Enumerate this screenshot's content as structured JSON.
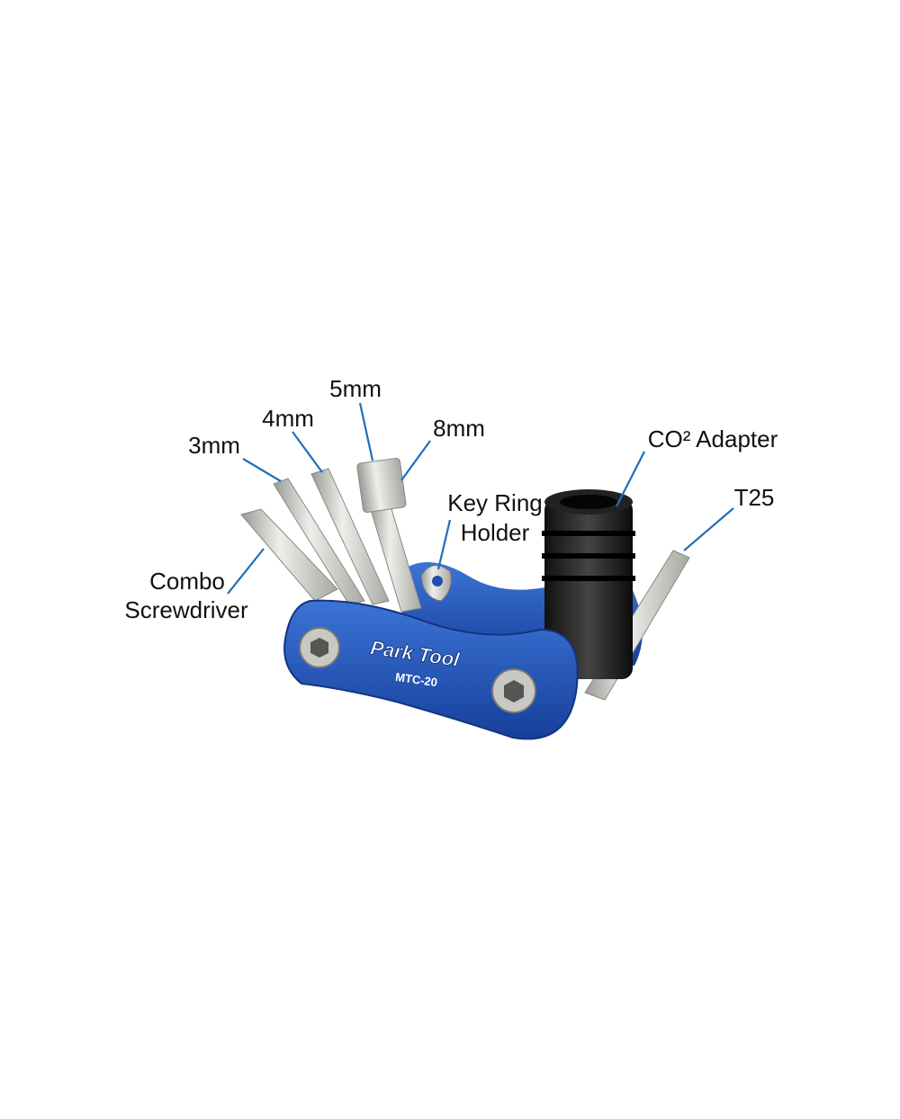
{
  "product": {
    "brand": "Park Tool",
    "model": "MTC-20"
  },
  "labels": {
    "combo_line1": "Combo",
    "combo_line2": "Screwdriver",
    "mm3": "3mm",
    "mm4": "4mm",
    "mm5": "5mm",
    "mm8": "8mm",
    "keyring_line1": "Key Ring",
    "keyring_line2": "Holder",
    "co2": "CO² Adapter",
    "t25": "T25"
  },
  "colors": {
    "leader": "#1f6fb8",
    "body": "#1f4fb0",
    "text": "#111111"
  }
}
